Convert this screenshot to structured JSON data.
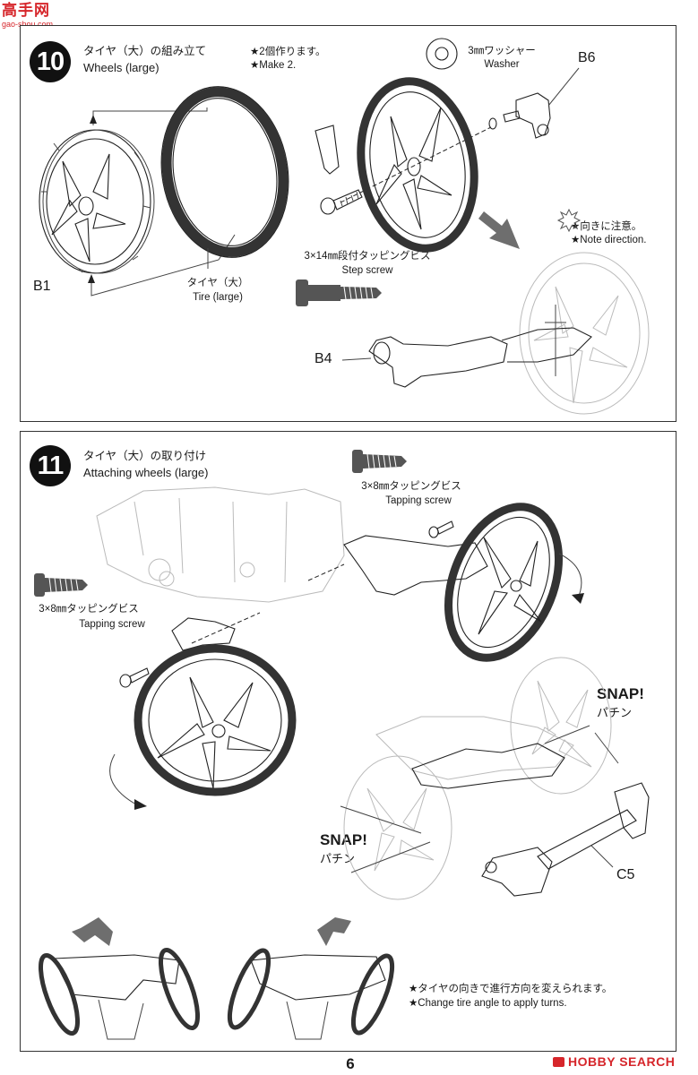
{
  "watermark": {
    "site_cn": "高手网",
    "site_url": "gao-shou.com"
  },
  "step10": {
    "number": "10",
    "title_jp": "タイヤ（大）の組み立て",
    "title_en": "Wheels (large)",
    "note_jp": "★2個作ります。",
    "note_en": "★Make 2.",
    "washer_jp": "3㎜ワッシャー",
    "washer_en": "Washer",
    "part_b6": "B6",
    "part_b1": "B1",
    "part_b4": "B4",
    "tire_jp": "タイヤ（大）",
    "tire_en": "Tire (large)",
    "screw_jp": "3×14㎜段付タッピングビス",
    "screw_en": "Step screw",
    "direction_jp": "★向きに注意。",
    "direction_en": "★Note direction."
  },
  "step11": {
    "number": "11",
    "title_jp": "タイヤ（大）の取り付け",
    "title_en": "Attaching wheels (large)",
    "screw_top_jp": "3×8㎜タッピングビス",
    "screw_top_en": "Tapping screw",
    "screw_left_jp": "3×8㎜タッピングビス",
    "screw_left_en": "Tapping screw",
    "snap1_en": "SNAP!",
    "snap1_jp": "パチン",
    "snap2_en": "SNAP!",
    "snap2_jp": "パチン",
    "part_c5": "C5",
    "turn_note_jp": "★タイヤの向きで進行方向を変えられます。",
    "turn_note_en": "★Change tire angle to apply turns."
  },
  "footer": {
    "page_number": "6",
    "brand": "HOBBY SEARCH"
  },
  "colors": {
    "ink": "#1a1a1a",
    "panel_border": "#333333",
    "watermark_red": "#d6262b",
    "arrow_gray": "#6e6e6e"
  }
}
